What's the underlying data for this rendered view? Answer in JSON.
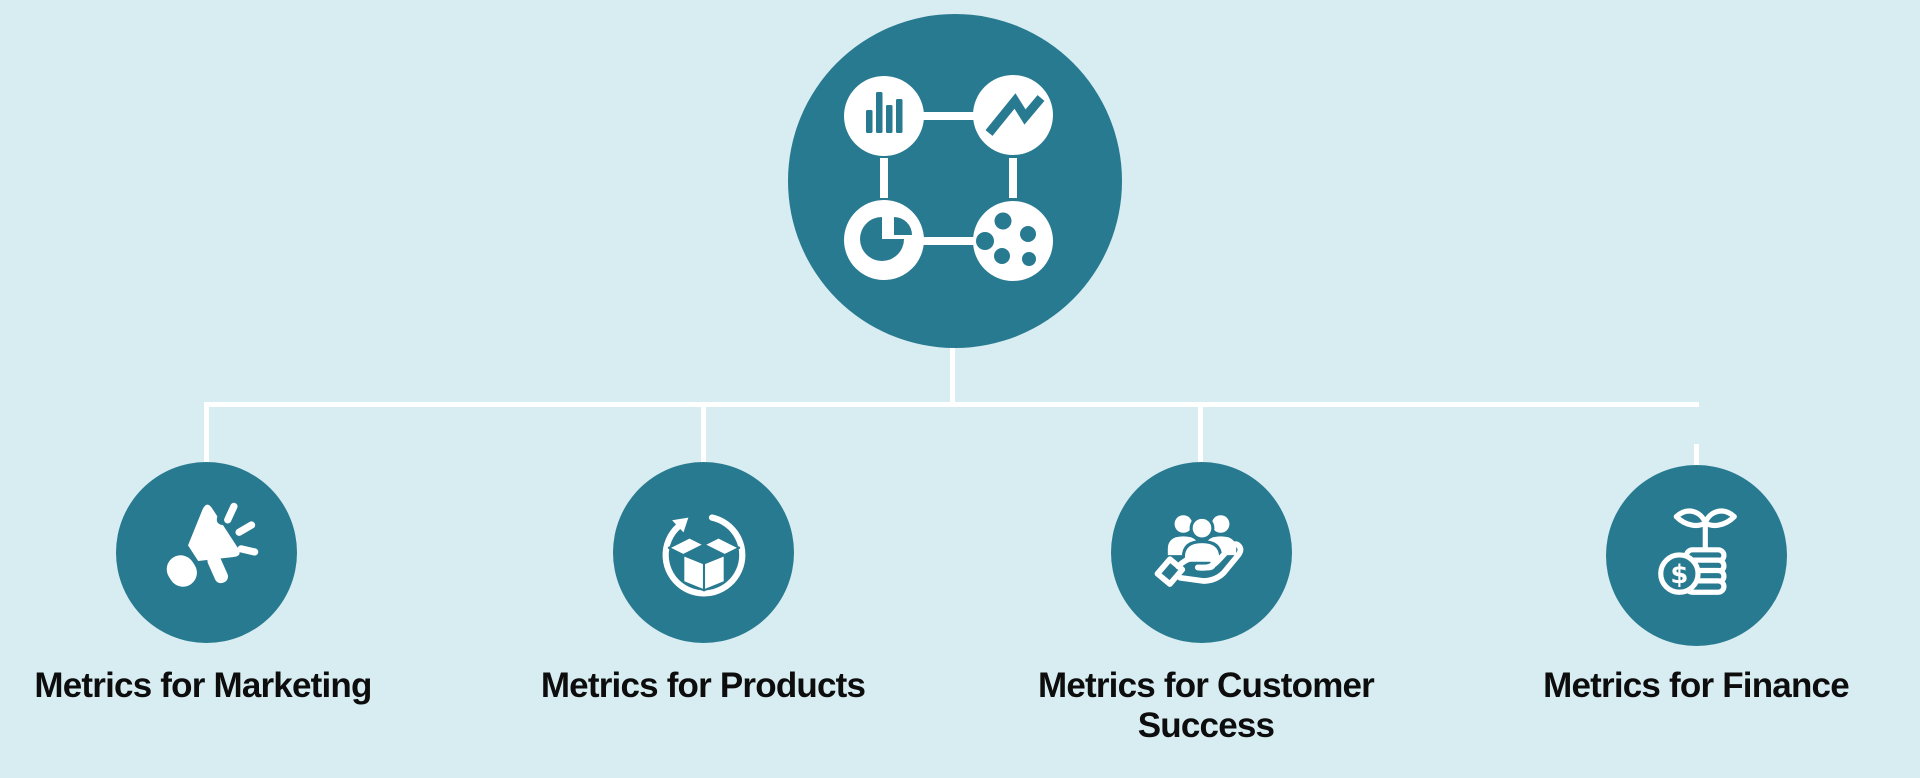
{
  "title": "Metrics diagram",
  "colors": {
    "background": "#d8edf2",
    "teal": "#287a90",
    "connector": "#ffffff",
    "label_text": "#0d0d0d",
    "icon_on_white": "#287a90",
    "icon_on_teal": "#ffffff"
  },
  "hub": {
    "icons": [
      {
        "name": "bar-chart-icon"
      },
      {
        "name": "line-chart-icon"
      },
      {
        "name": "pie-chart-icon"
      },
      {
        "name": "scatter-dots-icon"
      }
    ],
    "bar_chart_heights": [
      23,
      41,
      28,
      34
    ]
  },
  "branches": [
    {
      "label": "Metrics for Marketing",
      "icon": "megaphone-icon"
    },
    {
      "label": "Metrics for Products",
      "icon": "product-cycle-icon"
    },
    {
      "label": "Metrics for Customer Success",
      "icon": "customers-in-hand-icon"
    },
    {
      "label": "Metrics for Finance",
      "icon": "money-growth-icon"
    }
  ]
}
